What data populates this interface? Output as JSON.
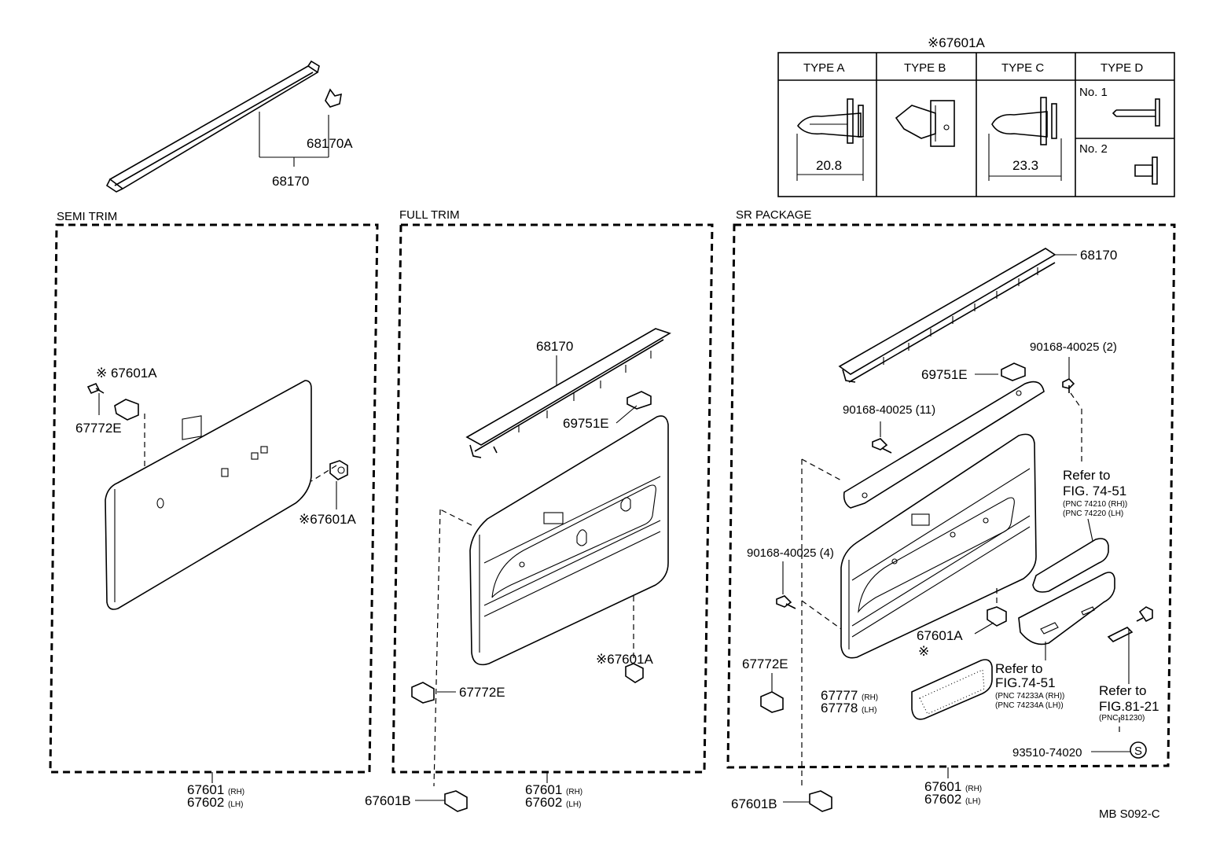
{
  "header": {
    "asterisk_ref": "※67601A"
  },
  "type_table": {
    "headers": [
      "TYPE A",
      "TYPE B",
      "TYPE C",
      "TYPE D"
    ],
    "dim_a": "20.8",
    "dim_c": "23.3",
    "no1": "No. 1",
    "no2": "No. 2"
  },
  "top": {
    "part_68170A": "68170A",
    "part_68170": "68170"
  },
  "semi": {
    "title": "SEMI TRIM",
    "clip_a_top": "※ 67601A",
    "part_67772e": "67772E",
    "clip_a_side": "※67601A",
    "bottom_rh": "67601",
    "bottom_rh_suffix": "(RH)",
    "bottom_lh": "67602",
    "bottom_lh_suffix": "(LH)"
  },
  "full": {
    "title": "FULL TRIM",
    "part_68170": "68170",
    "part_69751e": "69751E",
    "clip_a": "※67601A",
    "part_67772e": "67772E",
    "part_67601b": "67601B",
    "bottom_rh": "67601",
    "bottom_rh_suffix": "(RH)",
    "bottom_lh": "67602",
    "bottom_lh_suffix": "(LH)"
  },
  "sr": {
    "title": "SR PACKAGE",
    "part_68170": "68170",
    "screw_2": "90168-40025 (2)",
    "part_69751e": "69751E",
    "screw_11": "90168-40025 (11)",
    "screw_4": "90168-40025 (4)",
    "refer1_a": "Refer to",
    "refer1_b": "FIG. 74-51",
    "refer1_c": "(PNC 74210 (RH))",
    "refer1_d": "(PNC 74220 (LH)",
    "clip_a": "67601A",
    "clip_mark": "※",
    "part_67772e": "67772E",
    "part_67777": "67777",
    "part_67777_suffix": "(RH)",
    "part_67778": "67778",
    "part_67778_suffix": "(LH)",
    "refer2_a": "Refer to",
    "refer2_b": "FIG.74-51",
    "refer2_c": "(PNC 74233A (RH))",
    "refer2_d": "(PNC 74234A (LH))",
    "refer3_a": "Refer to",
    "refer3_b": "FIG.81-21",
    "refer3_c": "(PNC 81230)",
    "part_93510": "93510-74020",
    "s_mark": "S",
    "part_67601b": "67601B",
    "bottom_rh": "67601",
    "bottom_rh_suffix": "(RH)",
    "bottom_lh": "67602",
    "bottom_lh_suffix": "(LH)"
  },
  "footer": {
    "code": "MB S092-C"
  }
}
